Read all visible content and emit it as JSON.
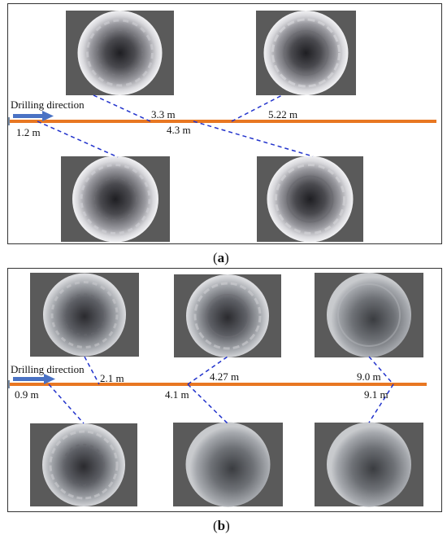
{
  "figure": {
    "panel_a": {
      "label": "a",
      "direction_label": "Drilling direction",
      "depths": [
        "1.2 m",
        "3.3 m",
        "4.3 m",
        "5.22 m"
      ]
    },
    "panel_b": {
      "label": "b",
      "direction_label": "Drilling direction",
      "depths": [
        "0.9 m",
        "2.1 m",
        "4.1 m",
        "4.27 m",
        "9.0 m",
        "9.1 m"
      ]
    }
  },
  "colors": {
    "borehole": "#e87722",
    "arrow": "#4a72c4",
    "leader": "#2233cc",
    "photo_bg": "#5a5a5a"
  }
}
